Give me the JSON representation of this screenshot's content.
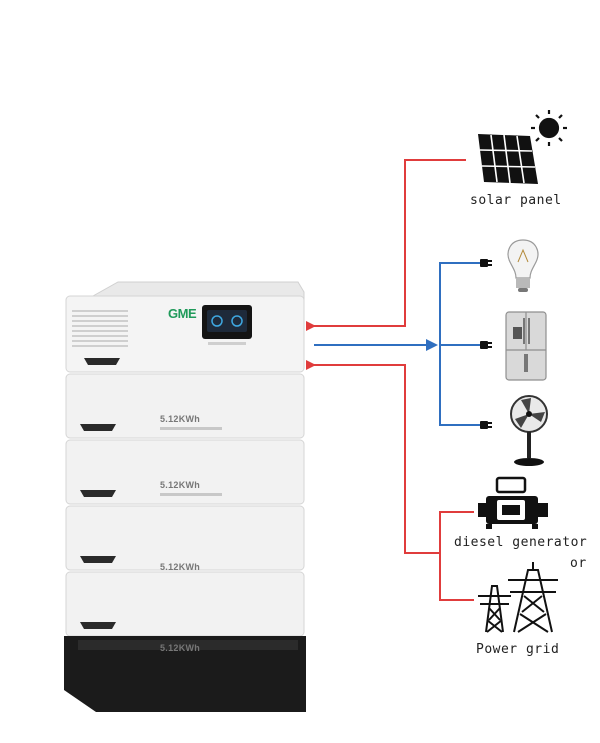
{
  "labels": {
    "solar_panel": "solar panel",
    "diesel_generator": "diesel generator",
    "or": "or",
    "power_grid": "Power grid"
  },
  "battery": {
    "logo": "GME",
    "module_capacity": "5.12KWh"
  },
  "colors": {
    "charge_flow": "#e03c3c",
    "discharge_flow": "#2f6fc0",
    "cabinet": "#f1f1f1",
    "base": "#1b1b1b"
  },
  "icons": [
    "sun-icon",
    "solar-panel-icon",
    "light-bulb-icon",
    "refrigerator-icon",
    "fan-icon",
    "generator-icon",
    "power-tower-icon",
    "plug-icon"
  ]
}
